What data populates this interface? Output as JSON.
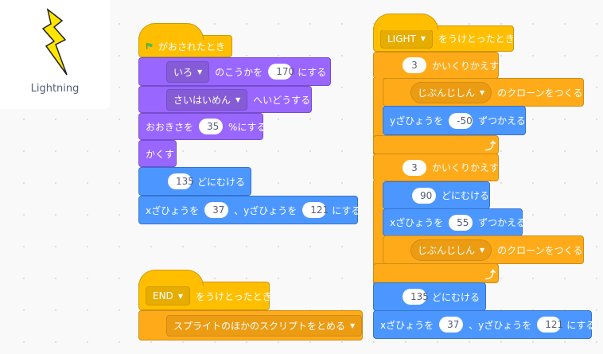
{
  "sprite": {
    "name": "Lightning",
    "icon": "lightning-icon"
  },
  "colors": {
    "events": "#ffbf00",
    "looks": "#9966ff",
    "motion": "#4c97ff",
    "control": "#ffab19"
  },
  "script1": {
    "hat": "がおされたとき",
    "effect": {
      "dropdown": "いろ",
      "text1": "のこうかを",
      "value": "170",
      "text2": "にする"
    },
    "layer": {
      "dropdown": "さいはいめん",
      "text": "へいどうする"
    },
    "size": {
      "text1": "おおきさを",
      "value": "35",
      "text2": "%にする"
    },
    "hide": "かくす",
    "point": {
      "value": "135",
      "text": "どにむける"
    },
    "goto": {
      "text1": "xざひょうを",
      "x": "37",
      "text2": "、yざひょうを",
      "y": "121",
      "text3": "にする"
    }
  },
  "script2": {
    "hat": {
      "dropdown": "END",
      "text": "をうけとったとき"
    },
    "stop": {
      "dropdown": "スプライトのほかのスクリプトをとめる"
    }
  },
  "script3": {
    "hat": {
      "dropdown": "LIGHT",
      "text": "をうけとったとき"
    },
    "repeat1": {
      "value": "3",
      "text": "かいくりかえす"
    },
    "clone1": {
      "dropdown": "じぶんじしん",
      "text": "のクローンをつくる"
    },
    "changey": {
      "text1": "yざひょうを",
      "value": "-50",
      "text2": "ずつかえる"
    },
    "repeat2": {
      "value": "3",
      "text": "かいくりかえす"
    },
    "point1": {
      "value": "90",
      "text": "どにむける"
    },
    "changex": {
      "text1": "xざひょうを",
      "value": "55",
      "text2": "ずつかえる"
    },
    "clone2": {
      "dropdown": "じぶんじしん",
      "text": "のクローンをつくる"
    },
    "point2": {
      "value": "135",
      "text": "どにむける"
    },
    "goto": {
      "text1": "xざひょうを",
      "x": "37",
      "text2": "、yざひょうを",
      "y": "121",
      "text3": "にする"
    }
  }
}
